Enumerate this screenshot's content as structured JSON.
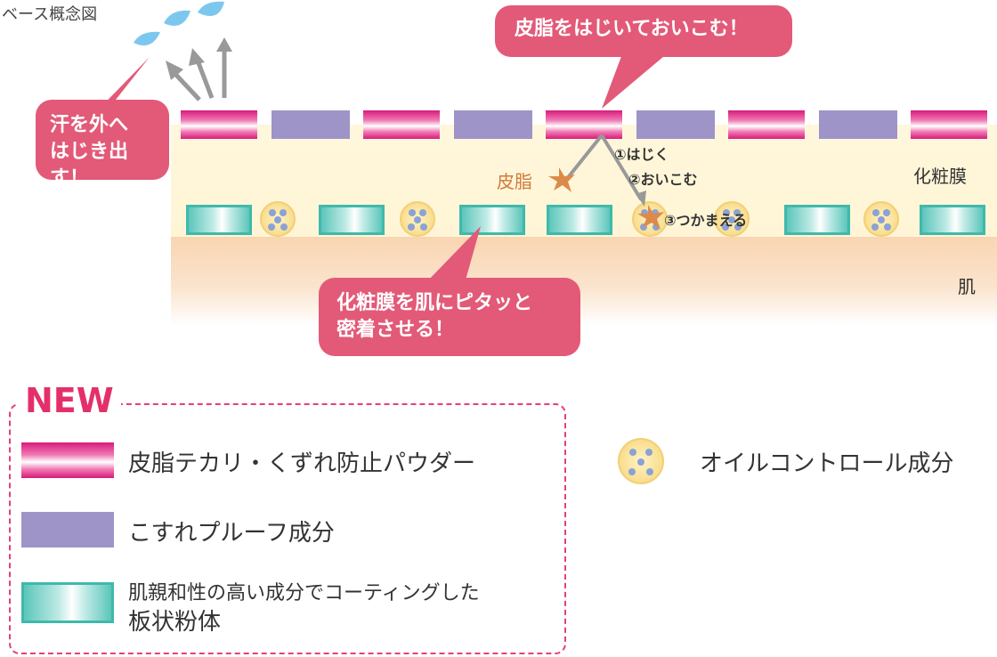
{
  "title": "ベース概念図",
  "layers": {
    "film": "化粧膜",
    "skin": "肌"
  },
  "bubbles": {
    "sweat": {
      "line1": "汗を外へ",
      "line2": "はじき出す！"
    },
    "sebum": "皮脂をはじいておいこむ！",
    "adhere": {
      "line1": "化粧膜を肌にピタッと",
      "line2": "密着させる！"
    }
  },
  "sebum_label": "皮脂",
  "steps": [
    "①はじく",
    "②おいこむ",
    "③つかまえる"
  ],
  "legend": {
    "new_label": "NEW",
    "pink_item": "皮脂テカリ・くずれ防止パウダー",
    "purple_item": "こすれプルーフ成分",
    "teal_item_line1": "肌親和性の高い成分でコーティングした",
    "teal_item_line2": "板状粉体",
    "oil_item": "オイルコントロール成分"
  },
  "colors": {
    "accent": "#e25a78",
    "pink": "#d81b7b",
    "purple": "#9e94c8",
    "teal": "#3fb9ab",
    "drop": "#7cc7ee",
    "arrow": "#999999",
    "sebum": "#d07a3a"
  },
  "icons": [
    "water-drop-icon",
    "up-arrow-icon",
    "sebum-icon",
    "oil-particle-icon"
  ]
}
